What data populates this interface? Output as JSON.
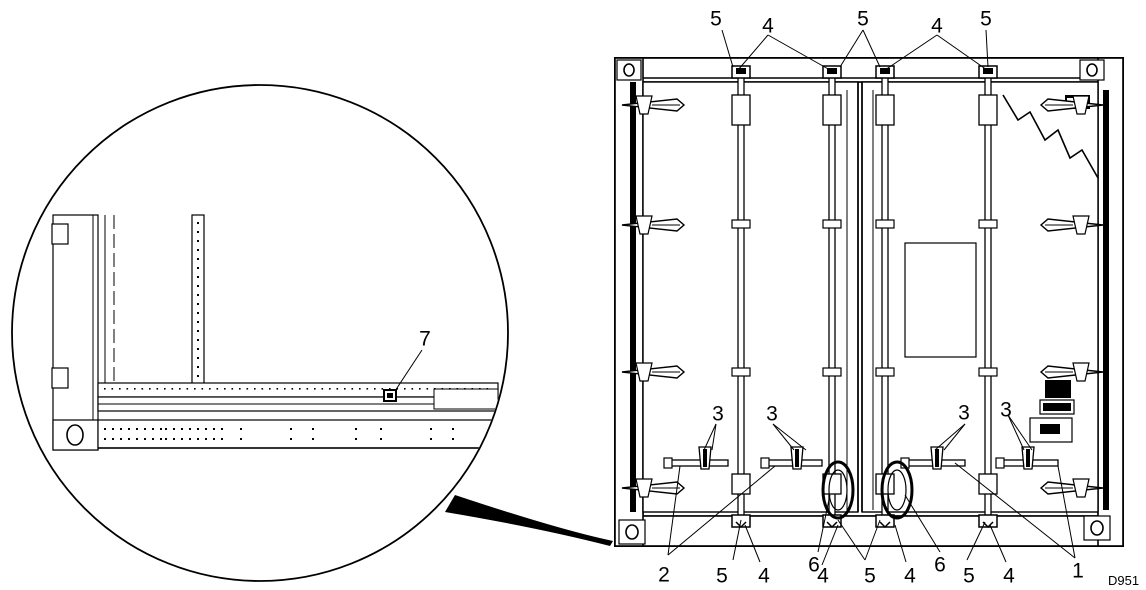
{
  "figure": {
    "code": "D951",
    "callouts": [
      {
        "id": "c5a",
        "text": "5"
      },
      {
        "id": "c4a",
        "text": "4"
      },
      {
        "id": "c5b",
        "text": "5"
      },
      {
        "id": "c4b",
        "text": "4"
      },
      {
        "id": "c5c",
        "text": "5"
      },
      {
        "id": "c3a",
        "text": "3"
      },
      {
        "id": "c3b",
        "text": "3"
      },
      {
        "id": "c3c",
        "text": "3"
      },
      {
        "id": "c3d",
        "text": "3"
      },
      {
        "id": "c2",
        "text": "2"
      },
      {
        "id": "c5d",
        "text": "5"
      },
      {
        "id": "c4c",
        "text": "4"
      },
      {
        "id": "c6a",
        "text": "6"
      },
      {
        "id": "c4d",
        "text": "4"
      },
      {
        "id": "c5e",
        "text": "5"
      },
      {
        "id": "c4e",
        "text": "4"
      },
      {
        "id": "c6b",
        "text": "6"
      },
      {
        "id": "c5f",
        "text": "5"
      },
      {
        "id": "c4f",
        "text": "4"
      },
      {
        "id": "c1",
        "text": "1"
      },
      {
        "id": "c7",
        "text": "7"
      }
    ]
  }
}
